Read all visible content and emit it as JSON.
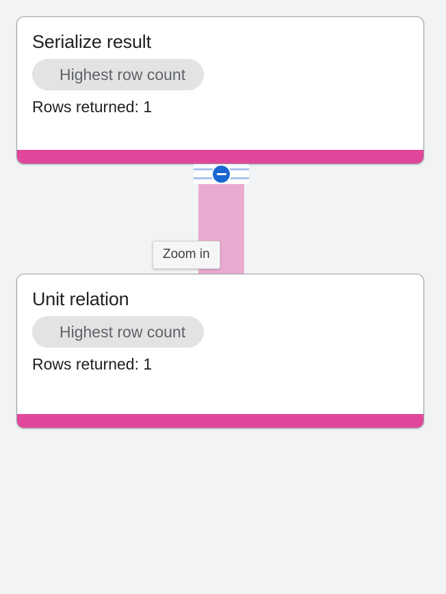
{
  "theme": {
    "page_background": "#f1f3f4",
    "accent_pink": "#e0479a",
    "connector_pink": "#eaabd1",
    "control_blue": "#1a67d2",
    "rail_blue": "#a9c3ef",
    "card_border": "#9aa0a6",
    "chip_background": "#e3e3e3",
    "chip_text": "#5f6368",
    "title_text": "#202124"
  },
  "graph": {
    "nodes": [
      {
        "title": "Serialize result",
        "chip_label": "Highest row count",
        "stat_label": "Rows returned: 1"
      },
      {
        "title": "Unit relation",
        "chip_label": "Highest row count",
        "stat_label": "Rows returned: 1"
      }
    ],
    "edge": {
      "collapse_icon": "minus-circle-icon",
      "collapse_state": "expanded"
    }
  },
  "tooltip": {
    "label": "Zoom in"
  }
}
